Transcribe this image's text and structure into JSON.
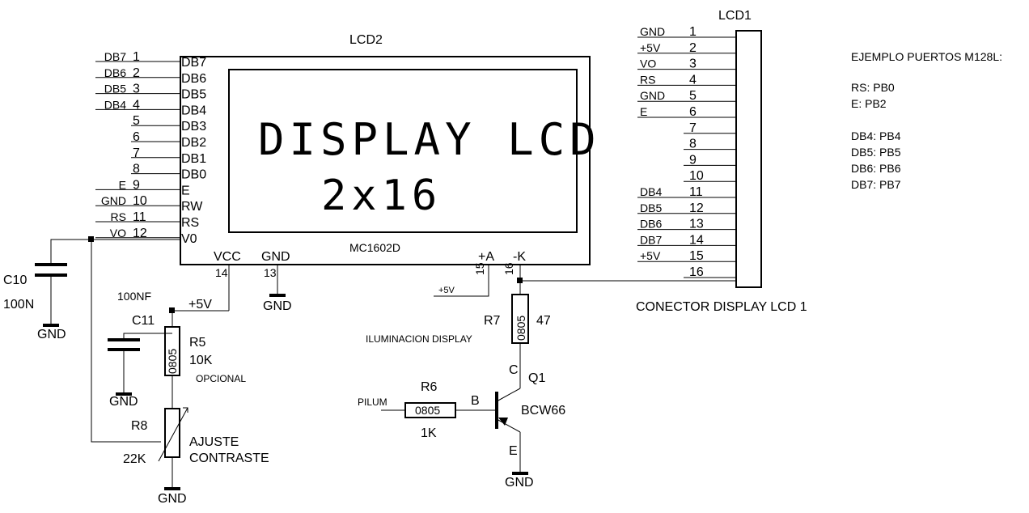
{
  "lcd2": {
    "title": "LCD2",
    "model": "MC1602D",
    "screen_line1": "DISPLAY LCD",
    "screen_line2": "2x16",
    "left_pins": [
      {
        "net": "DB7",
        "num": "1",
        "name": "DB7"
      },
      {
        "net": "DB6",
        "num": "2",
        "name": "DB6"
      },
      {
        "net": "DB5",
        "num": "3",
        "name": "DB5"
      },
      {
        "net": "DB4",
        "num": "4",
        "name": "DB4"
      },
      {
        "net": "",
        "num": "5",
        "name": "DB3"
      },
      {
        "net": "",
        "num": "6",
        "name": "DB2"
      },
      {
        "net": "",
        "num": "7",
        "name": "DB1"
      },
      {
        "net": "",
        "num": "8",
        "name": "DB0"
      },
      {
        "net": "E",
        "num": "9",
        "name": "E"
      },
      {
        "net": "GND",
        "num": "10",
        "name": "RW"
      },
      {
        "net": "RS",
        "num": "11",
        "name": "RS"
      },
      {
        "net": "VO",
        "num": "12",
        "name": "V0"
      }
    ],
    "bottom_pins": {
      "vcc": {
        "name": "VCC",
        "num": "14"
      },
      "gnd": {
        "name": "GND",
        "num": "13"
      },
      "a": {
        "name": "+A",
        "num": "15"
      },
      "k": {
        "name": "-K",
        "num": "16"
      }
    }
  },
  "lcd1": {
    "title": "LCD1",
    "caption": "CONECTOR DISPLAY LCD 1",
    "pins": [
      {
        "net": "GND",
        "num": "1"
      },
      {
        "net": "+5V",
        "num": "2"
      },
      {
        "net": "VO",
        "num": "3"
      },
      {
        "net": "RS",
        "num": "4"
      },
      {
        "net": "GND",
        "num": "5"
      },
      {
        "net": "E",
        "num": "6"
      },
      {
        "net": "",
        "num": "7"
      },
      {
        "net": "",
        "num": "8"
      },
      {
        "net": "",
        "num": "9"
      },
      {
        "net": "",
        "num": "10"
      },
      {
        "net": "DB4",
        "num": "11"
      },
      {
        "net": "DB5",
        "num": "12"
      },
      {
        "net": "DB6",
        "num": "13"
      },
      {
        "net": "DB7",
        "num": "14"
      },
      {
        "net": "+5V",
        "num": "15"
      },
      {
        "net": "",
        "num": "16"
      }
    ]
  },
  "notes": {
    "title": "EJEMPLO PUERTOS M128L:",
    "lines1": [
      "RS:  PB0",
      "E:     PB2"
    ],
    "lines2": [
      "DB4: PB4",
      "DB5: PB5",
      "DB6: PB6",
      "DB7: PB7"
    ]
  },
  "components": {
    "c10": {
      "ref": "C10",
      "value": "100N"
    },
    "c11": {
      "ref": "C11",
      "value": "100NF"
    },
    "r5": {
      "ref": "R5",
      "value": "10K",
      "note": "OPCIONAL",
      "pkg": "0805"
    },
    "r8": {
      "ref": "R8",
      "value": "22K",
      "label1": "AJUSTE",
      "label2": "CONTRASTE"
    },
    "r7": {
      "ref": "R7",
      "value": "47",
      "pkg": "0805",
      "note": "ILUMINACION DISPLAY"
    },
    "r6": {
      "ref": "R6",
      "value": "1K",
      "pkg": "0805"
    },
    "q1": {
      "ref": "Q1",
      "part": "BCW66",
      "b": "B",
      "c": "C",
      "e": "E"
    }
  },
  "nets": {
    "plus5v": "+5V",
    "plus5v_small": "+5V",
    "gnd": "GND",
    "pilum": "PILUM"
  }
}
